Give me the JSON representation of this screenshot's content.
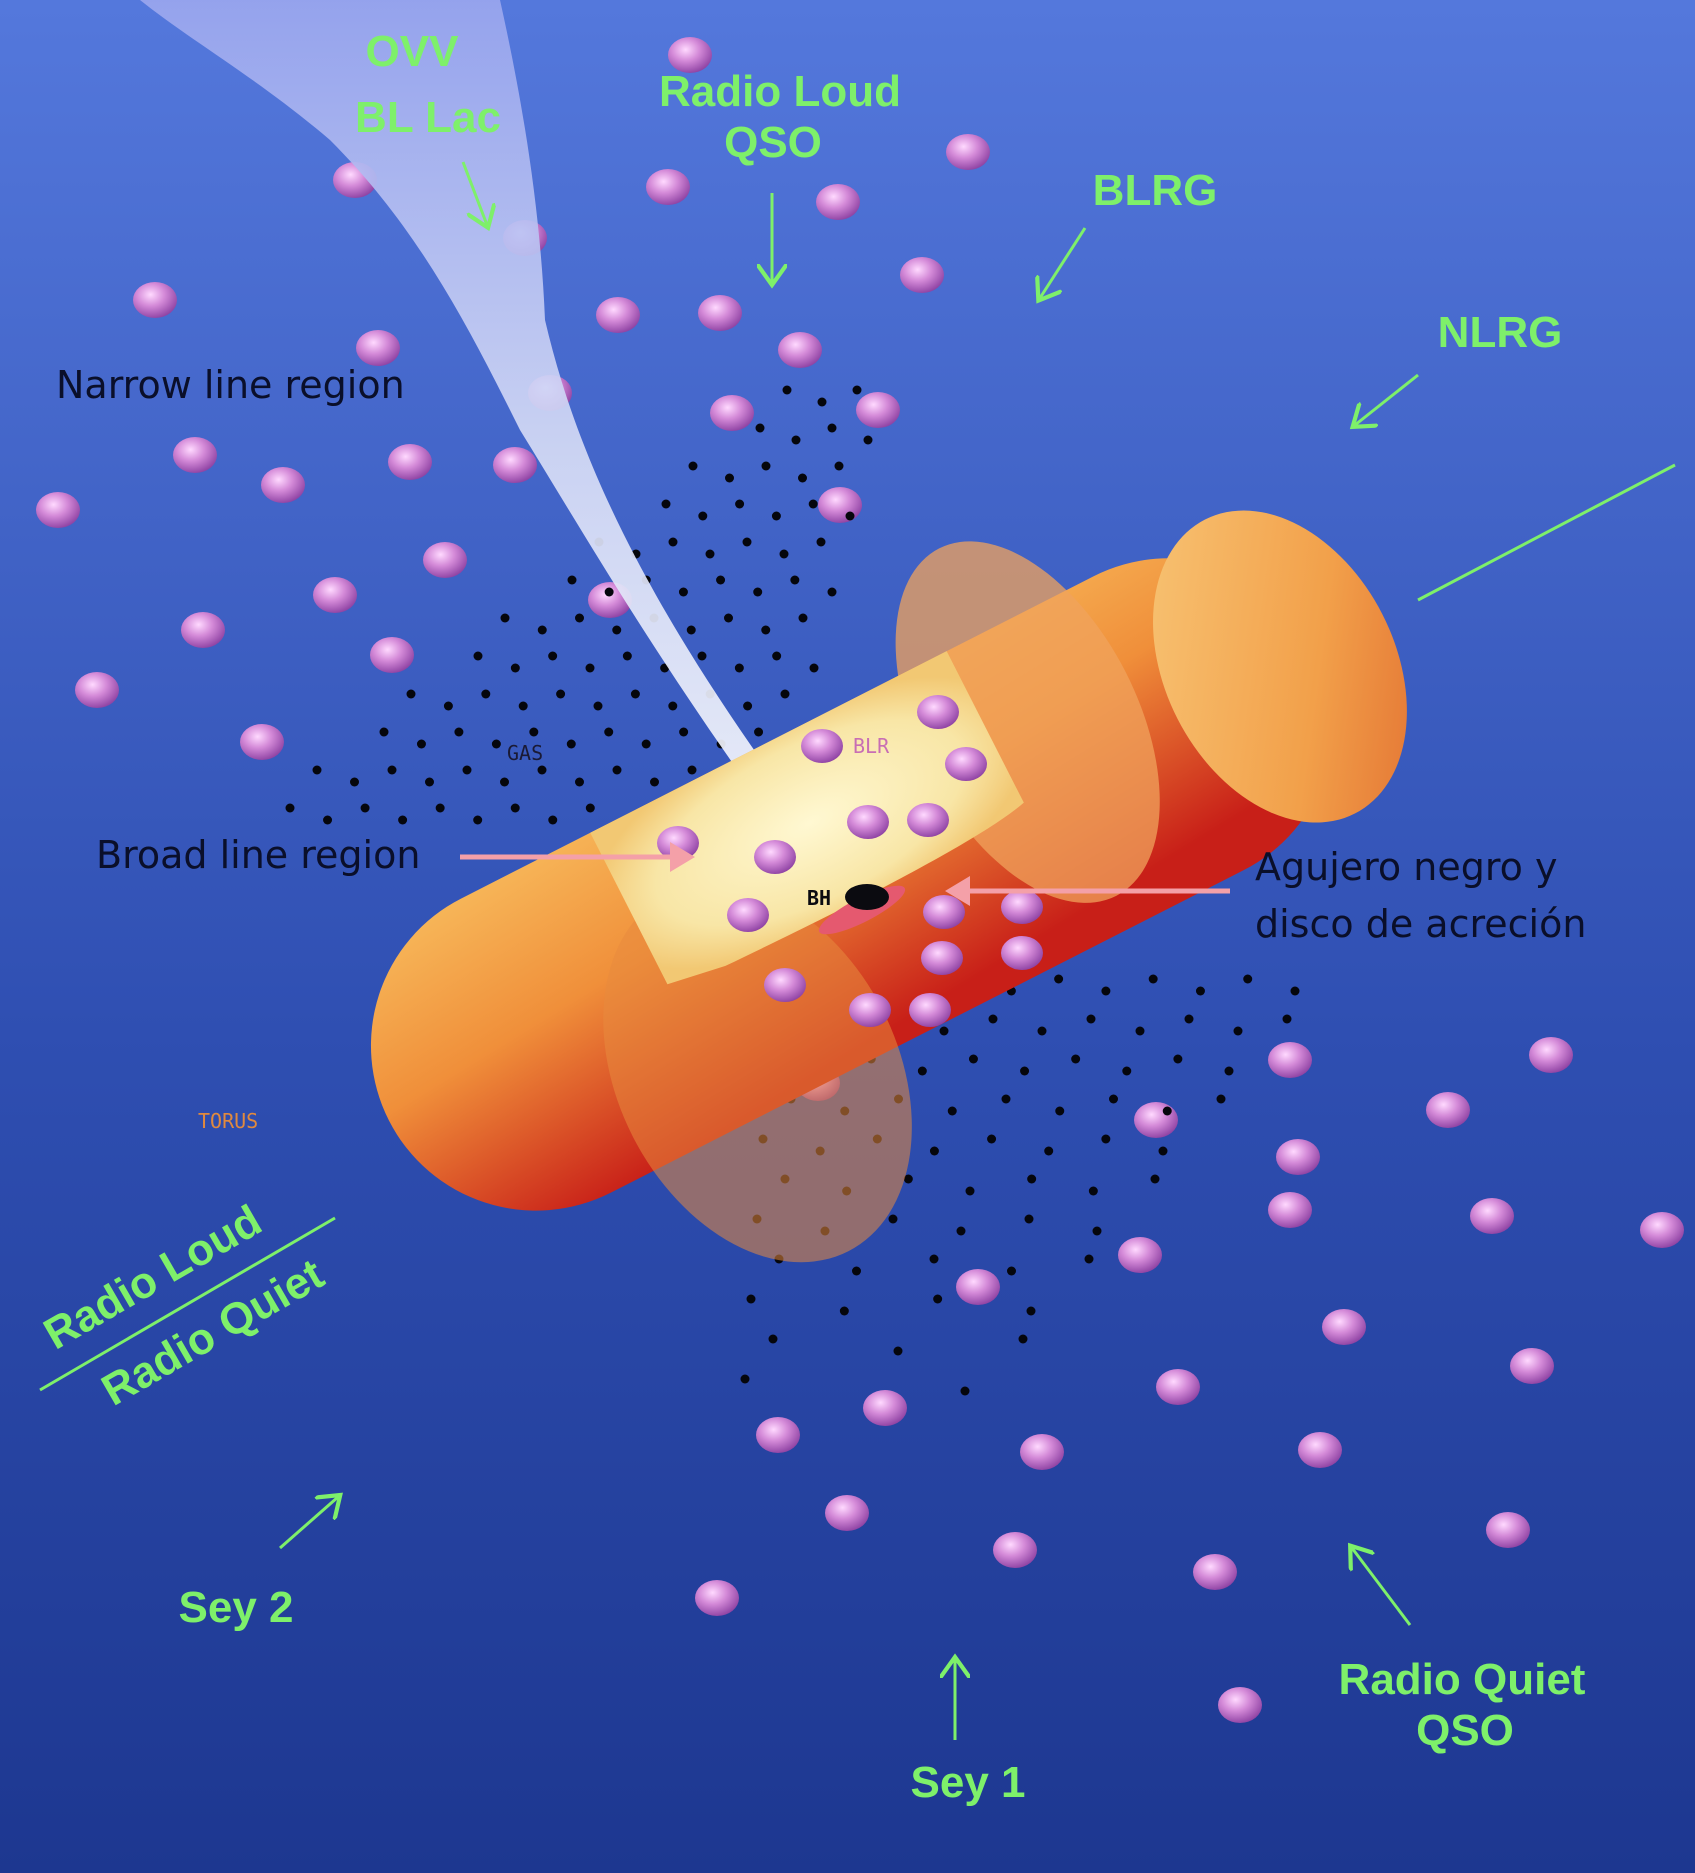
{
  "labels": {
    "ovv": "OVV",
    "bl_lac": "BL Lac",
    "radio_loud_qso_1": "Radio Loud",
    "radio_loud_qso_2": "QSO",
    "blrg": "BLRG",
    "nlrg": "NLRG",
    "narrow_line_region": "Narrow line region",
    "broad_line_region": "Broad line region",
    "black_hole_1": "Agujero negro y",
    "black_hole_2": "disco de acreción",
    "gas": "GAS",
    "blr": "BLR",
    "bh": "BH",
    "torus": "TORUS",
    "radio_loud": "Radio Loud",
    "radio_quiet": "Radio Quiet",
    "sey2": "Sey 2",
    "sey1": "Sey 1",
    "radio_quiet_qso_1": "Radio Quiet",
    "radio_quiet_qso_2": "QSO"
  },
  "colors": {
    "background_top": "#4f74d9",
    "background_bottom": "#1d3790",
    "label_green": "#7ef06a",
    "cloud_purple": "#b05bc0",
    "torus_orange": "#f29a3e",
    "torus_red": "#d42a1e",
    "jet": "#e8eefc",
    "arrow_pink": "#f4a0a8"
  }
}
